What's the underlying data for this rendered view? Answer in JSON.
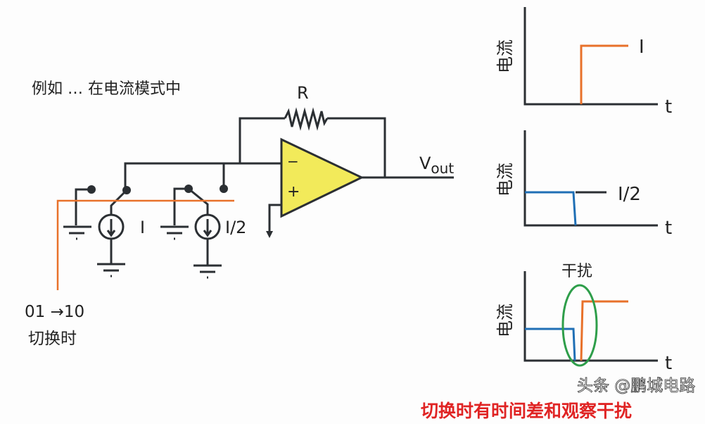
{
  "intro_text": "例如 … 在电流模式中",
  "resistor_label": "R",
  "vout_label": "V",
  "vout_sub": "out",
  "opamp_minus": "−",
  "opamp_plus": "+",
  "source1_label": "I",
  "source2_label": "I/2",
  "switch_code": "01 →10",
  "switch_caption": "切换时",
  "graphs": [
    {
      "ylabel": "电流",
      "xlabel": "t",
      "level_label": "I"
    },
    {
      "ylabel": "电流",
      "xlabel": "t",
      "level_label": "I/2"
    },
    {
      "ylabel": "电流",
      "xlabel": "t",
      "annotation": "干扰"
    }
  ],
  "conclusion": "切换时有时间差和观察干扰",
  "watermark": "头条 @鹏城电路",
  "colors": {
    "wire": "#2b2f33",
    "opamp_fill": "#f2ea5a",
    "orange": "#e8712a",
    "blue": "#1f6fb5",
    "green": "#2e9e4a",
    "red": "#e02424"
  }
}
